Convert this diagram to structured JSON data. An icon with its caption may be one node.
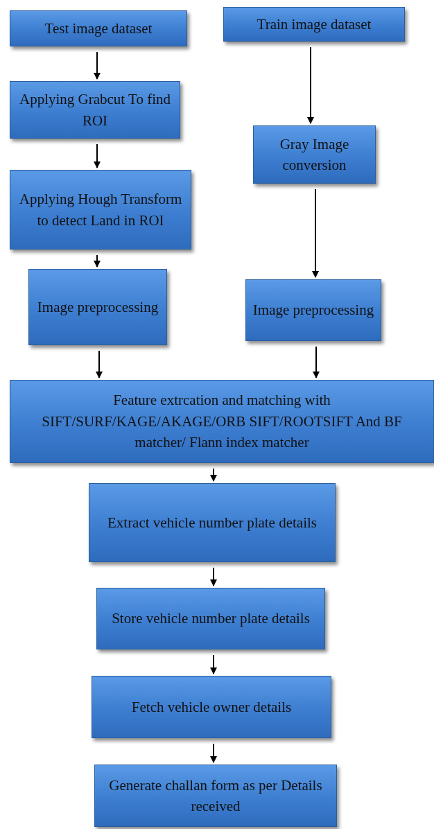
{
  "diagram": {
    "nodes": [
      {
        "text": [
          "Test image dataset"
        ]
      },
      {
        "text": [
          "Train image dataset"
        ]
      },
      {
        "text": [
          "Applying Grabcut To find ROI"
        ]
      },
      {
        "text": [
          "Gray Image conversion"
        ]
      },
      {
        "text": [
          "Applying Hough Transform to detect Land in ROI"
        ]
      },
      {
        "text": [
          "Image preprocessing"
        ]
      },
      {
        "text": [
          "Image preprocessing"
        ]
      },
      {
        "text": [
          "Feature extrcation and matching with SIFT/SURF/KAGE/AKAGE/ORB SIFT/ROOTSIFT And BF matcher/ Flann index matcher"
        ]
      },
      {
        "text": [
          "Extract vehicle number plate details"
        ]
      },
      {
        "text": [
          "Store vehicle number plate details"
        ]
      },
      {
        "text": [
          "Fetch vehicle owner details"
        ]
      },
      {
        "text": [
          "Generate challan form as per Details received"
        ]
      }
    ],
    "edges": [
      {
        "from": 0,
        "to": 2,
        "arrow": "to"
      },
      {
        "from": 2,
        "to": 4,
        "arrow": "to"
      },
      {
        "from": 4,
        "to": 5,
        "arrow": "to"
      },
      {
        "from": 5,
        "to": 7,
        "arrow": "to"
      },
      {
        "from": 1,
        "to": 3,
        "arrow": "to"
      },
      {
        "from": 3,
        "to": 6,
        "arrow": "to"
      },
      {
        "from": 6,
        "to": 7,
        "arrow": "to"
      },
      {
        "from": 7,
        "to": 8,
        "arrow": "to"
      },
      {
        "from": 8,
        "to": 9,
        "arrow": "to"
      },
      {
        "from": 9,
        "to": 10,
        "arrow": "to"
      },
      {
        "from": 10,
        "to": 11,
        "arrow": "to"
      }
    ]
  }
}
